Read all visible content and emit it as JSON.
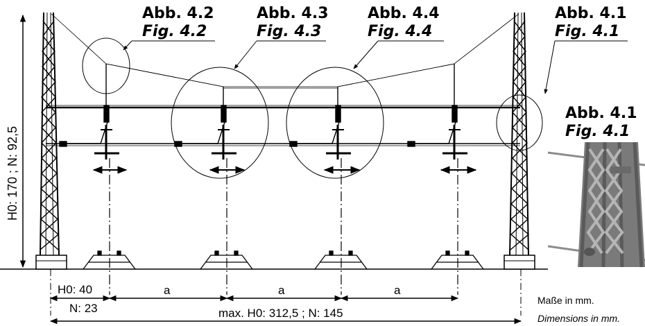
{
  "callouts": {
    "fig42": {
      "de": "Abb. 4.2",
      "en": "Fig. 4.2"
    },
    "fig43": {
      "de": "Abb. 4.3",
      "en": "Fig. 4.3"
    },
    "fig44": {
      "de": "Abb. 4.4",
      "en": "Fig. 4.4"
    },
    "fig41": {
      "de": "Abb. 4.1",
      "en": "Fig. 4.1"
    },
    "fig41_inset": {
      "de": "Abb. 4.1",
      "en": "Fig. 4.1"
    }
  },
  "dimensions": {
    "height": "H0: 170 ; N: 92,5",
    "offset_h0": "H0: 40",
    "offset_n": "N: 23",
    "spacing_a": [
      "a",
      "a",
      "a"
    ],
    "span": "max. H0: 312,5 ; N: 145"
  },
  "notes": {
    "units_de": "Maße in mm.",
    "units_en": "Dimensions in mm."
  }
}
